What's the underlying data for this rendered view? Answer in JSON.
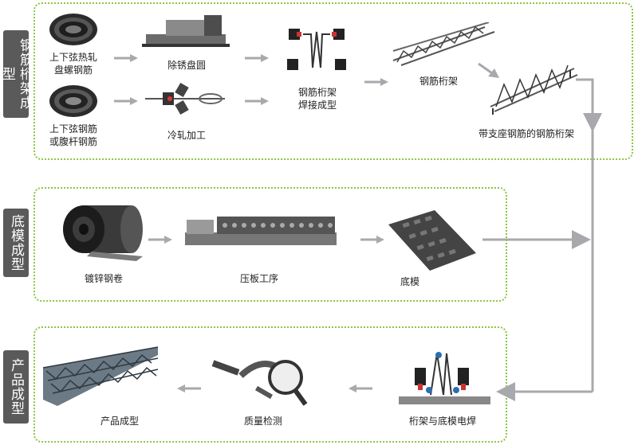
{
  "sections": [
    {
      "id": "truss",
      "tab": "钢筋桁架成型"
    },
    {
      "id": "deck",
      "tab": "底模成型"
    },
    {
      "id": "product",
      "tab": "产品成型"
    }
  ],
  "labels": {
    "hot_rolled": [
      "上下弦热轧",
      "盘螺钢筋"
    ],
    "rebar": [
      "上下弦钢筋",
      "或腹杆钢筋"
    ],
    "derust": "除锈盘圆",
    "cold_roll": "冷轧加工",
    "weld_form": [
      "钢筋桁架",
      "焊接成型"
    ],
    "truss": "钢筋桁架",
    "truss_support": "带支座钢筋的钢筋桁架",
    "galv_coil": "镀锌钢卷",
    "press": "压板工序",
    "base": "底模",
    "weld_base": "桁架与底模电焊",
    "inspect": "质量检测",
    "product": "产品成型"
  },
  "colors": {
    "panel_border": "#8cc63f",
    "tab_bg": "#5a5a5a",
    "arrow": "#a7a9ac"
  }
}
